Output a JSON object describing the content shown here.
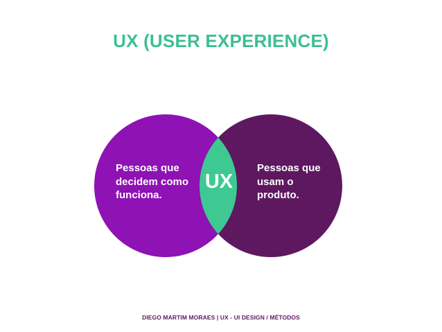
{
  "title": "UX (USER EXPERIENCE)",
  "diagram": {
    "left_circle": {
      "text": "Pessoas que\ndecidem como\nfunciona."
    },
    "right_circle": {
      "text": "Pessoas que\nusam o\nproduto."
    },
    "intersection_label": "UX"
  },
  "footer": "DIEGO MARTIM MORAES | UX - UI DESIGN / MÉTODOS",
  "colors": {
    "title": "#3dbf93",
    "left_circle": "#8e12b4",
    "right_circle": "#5e1860",
    "intersection": "#3ec993",
    "footer": "#5e1860"
  }
}
